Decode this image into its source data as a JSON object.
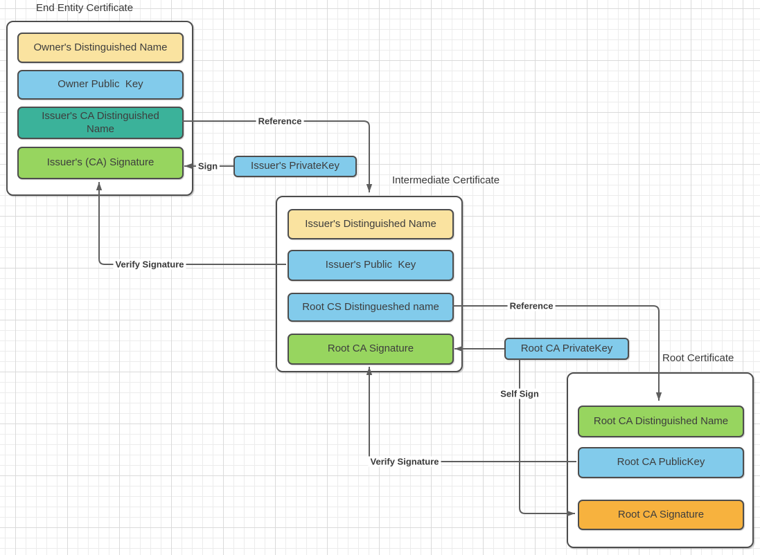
{
  "palette": {
    "yellow": "#FAE3A0",
    "blue": "#82CBEB",
    "teal": "#3BB29A",
    "green": "#97D55F",
    "orange": "#F7B23E",
    "line": "#5E5E5E",
    "border": "#4D4D4D",
    "text": "#3D3D3D",
    "canvas_bg": "#FFFFFF",
    "grid_minor": "#ECECEC",
    "grid_major": "#DADADA"
  },
  "groups": [
    {
      "title": "End Entity Certificate",
      "boxes": [
        {
          "label": "Owner's Distinguished Name",
          "fill": "yellow"
        },
        {
          "label": "Owner Public  Key",
          "fill": "blue"
        },
        {
          "label": "Issuer's CA Distinguished\nName",
          "fill": "teal"
        },
        {
          "label": "Issuer's (CA) Signature",
          "fill": "green"
        }
      ]
    },
    {
      "title": "Intermediate Certificate",
      "boxes": [
        {
          "label": "Issuer's Distinguished Name",
          "fill": "yellow"
        },
        {
          "label": "Issuer's Public  Key",
          "fill": "blue"
        },
        {
          "label": "Root CS Distingueshed name",
          "fill": "blue"
        },
        {
          "label": "Root CA Signature",
          "fill": "green"
        }
      ]
    },
    {
      "title": "Root Certificate",
      "boxes": [
        {
          "label": "Root CA Distinguished Name",
          "fill": "green"
        },
        {
          "label": "Root CA PublicKey",
          "fill": "blue"
        },
        {
          "label": "Root CA Signature",
          "fill": "orange"
        }
      ]
    }
  ],
  "keys": [
    {
      "label": "Issuer's PrivateKey",
      "fill": "blue"
    },
    {
      "label": "Root CA PrivateKey",
      "fill": "blue"
    }
  ],
  "connectors": [
    {
      "label": "Reference"
    },
    {
      "label": "Sign"
    },
    {
      "label": "Verify Signature"
    },
    {
      "label": "Reference"
    },
    {
      "label": "Self Sign"
    },
    {
      "label": "Verify Signature"
    }
  ]
}
